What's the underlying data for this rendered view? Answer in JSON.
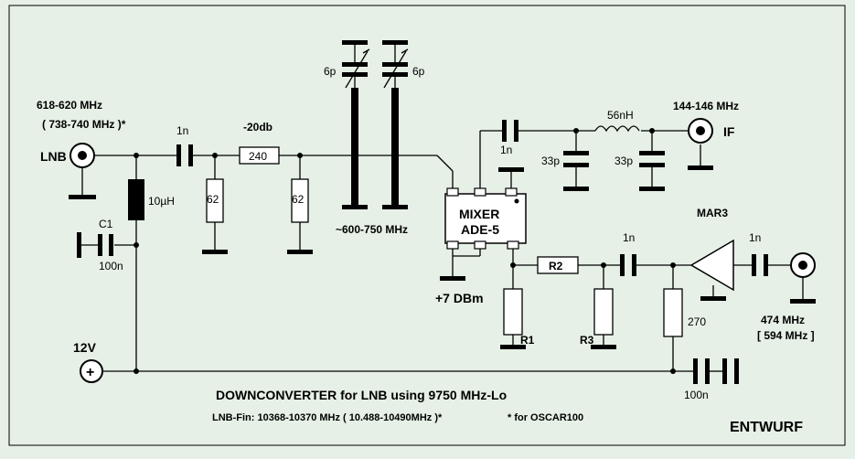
{
  "colors": {
    "background": "#e6f0e6",
    "ink": "#000000"
  },
  "title": "DOWNCONVERTER for LNB using 9750 MHz-Lo",
  "subtitle": "LNB-Fin: 10368-10370 MHz ( 10.488-10490MHz )*",
  "footnote": "* for OSCAR100",
  "stamp": "ENTWURF",
  "input": {
    "freq": "618-620 MHz",
    "freq_alt": "( 738-740 MHz )*",
    "label": "LNB"
  },
  "power": {
    "label": "12V",
    "symbol": "+"
  },
  "components": {
    "c_in": "1n",
    "attenuator": "-20db",
    "r_series": "240",
    "r_shunt1": "62",
    "r_shunt2": "62",
    "choke": "10µH",
    "c1_name": "C1",
    "c1_value": "100n",
    "trim1": "6p",
    "trim2": "6p",
    "filter_range": "~600-750 MHz",
    "mixer_line1": "MIXER",
    "mixer_line2": "ADE-5",
    "lo_drive": "+7 DBm",
    "c_if": "1n",
    "c_if_shunt1": "33p",
    "inductor": "56nH",
    "c_if_shunt2": "33p",
    "r2": "R2",
    "r1": "R1",
    "r3": "R3",
    "c_amp_in": "1n",
    "r_bias": "270",
    "amp": "MAR3",
    "c_amp_out": "1n",
    "c_decouple": "100n"
  },
  "if_output": {
    "freq": "144-146 MHz",
    "label": "IF"
  },
  "lo_input": {
    "freq": "474 MHz",
    "freq_alt": "[ 594 MHz ]"
  }
}
